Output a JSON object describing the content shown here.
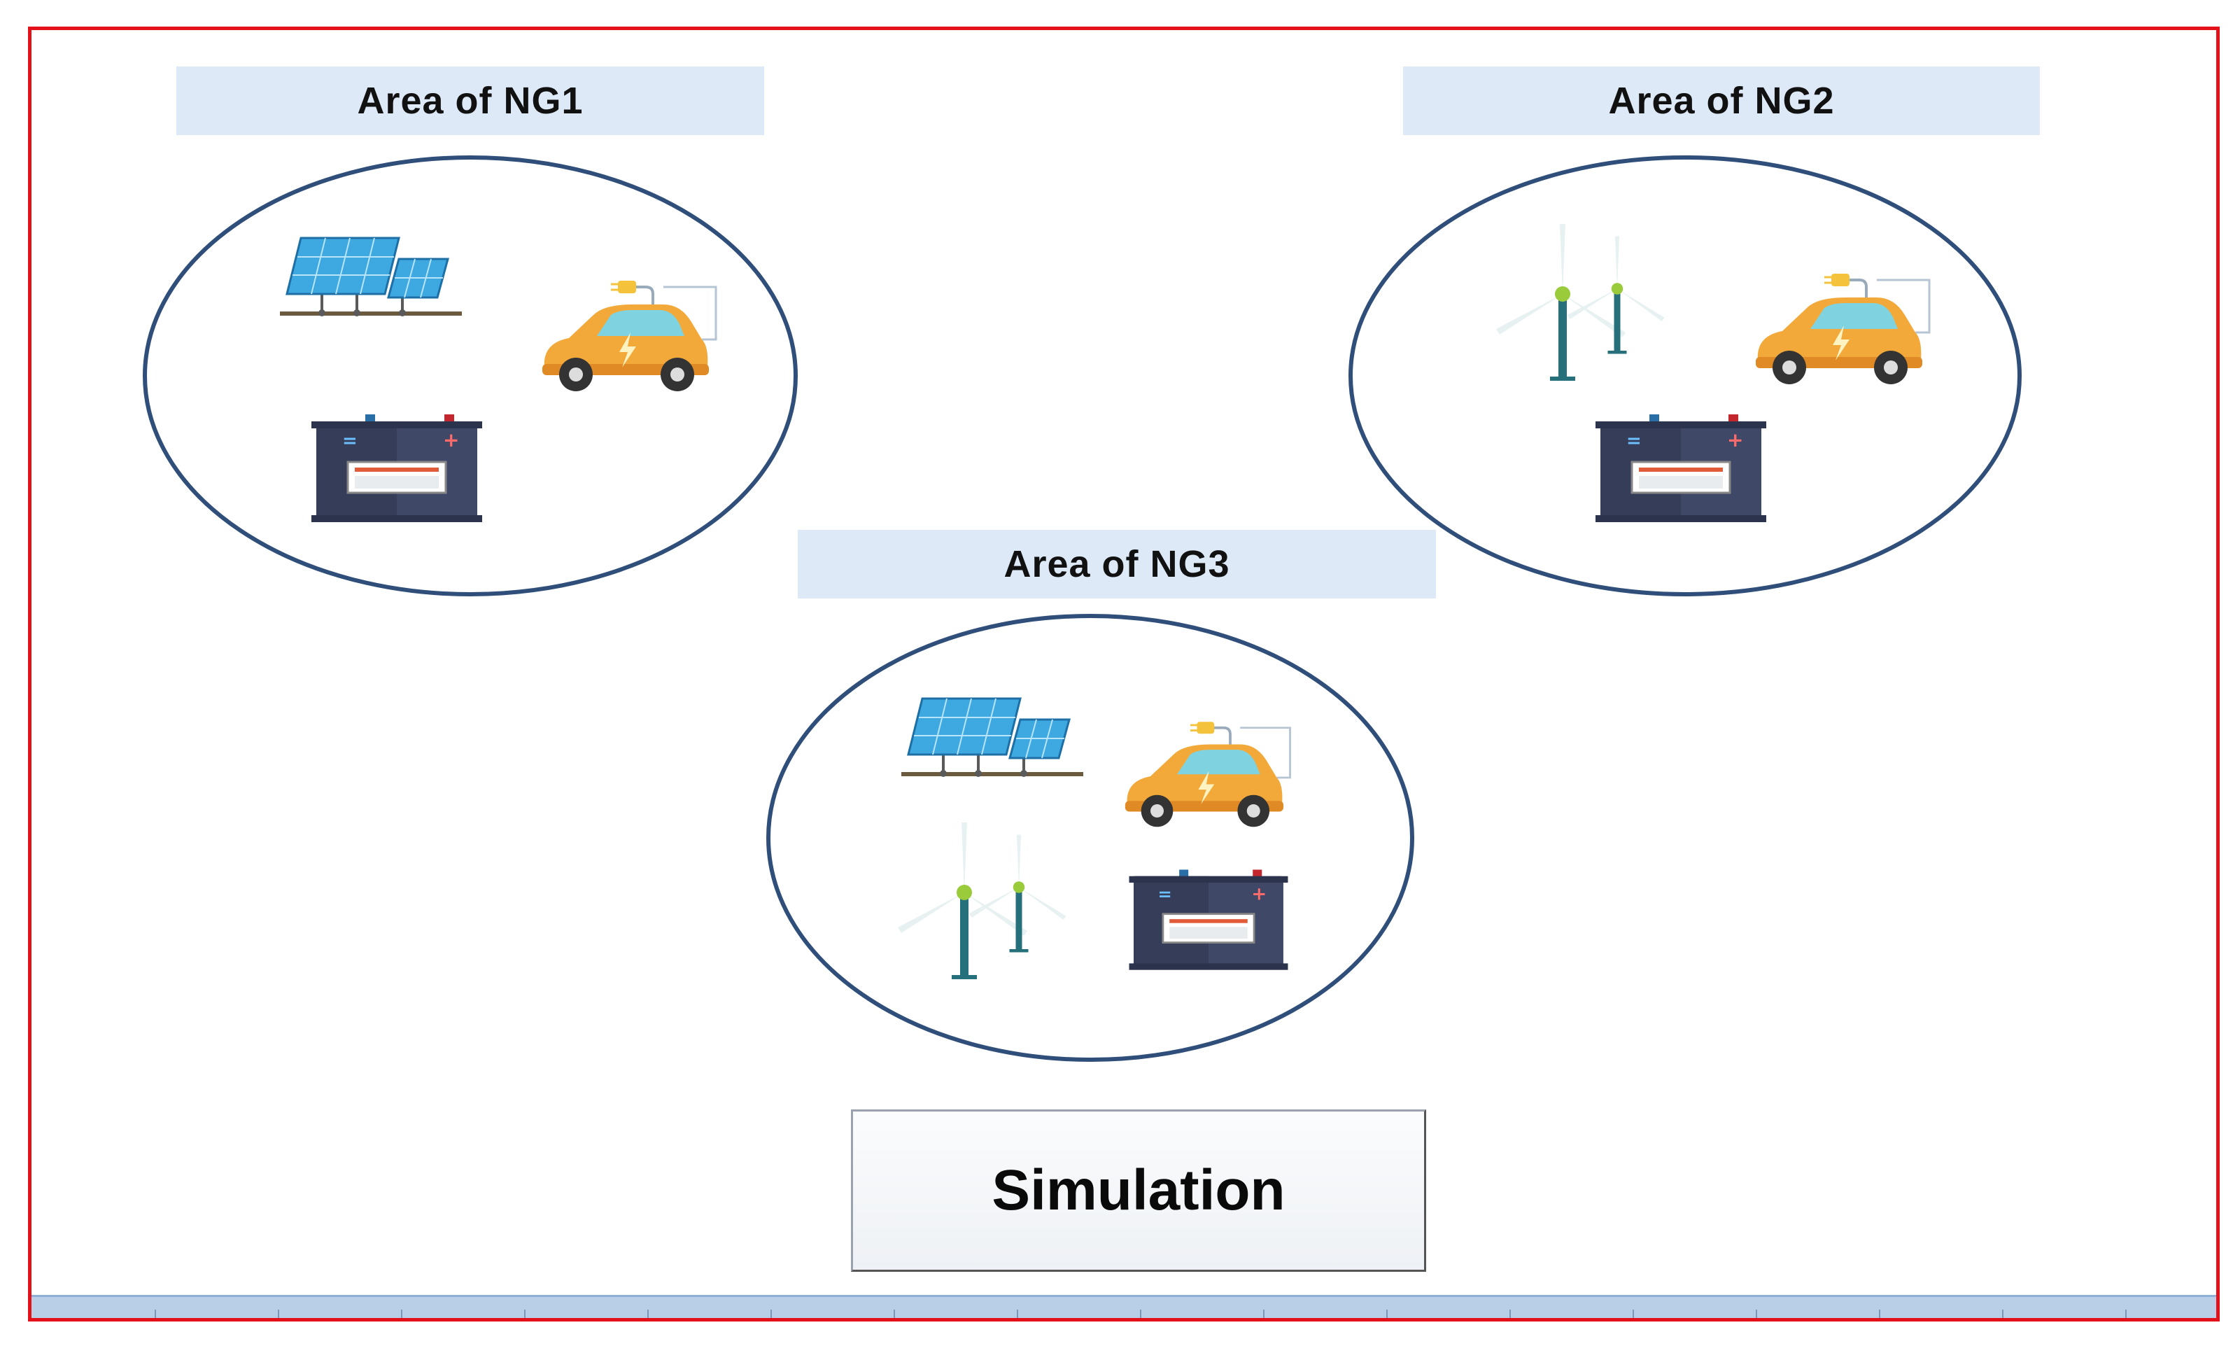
{
  "areas": {
    "ng1": {
      "label": "Area of NG1",
      "assets": [
        "solar-panel",
        "electric-vehicle",
        "battery"
      ]
    },
    "ng2": {
      "label": "Area of NG2",
      "assets": [
        "wind-turbine",
        "electric-vehicle",
        "battery"
      ]
    },
    "ng3": {
      "label": "Area of NG3",
      "assets": [
        "solar-panel",
        "electric-vehicle",
        "wind-turbine",
        "battery"
      ]
    }
  },
  "simulation_button": {
    "label": "Simulation"
  },
  "colors": {
    "frame": "#e3121a",
    "label_bg": "#dde9f7",
    "circle_stroke": "#2f4f7a",
    "solar": "#3ea8e0",
    "car": "#f2a93a",
    "battery": "#3f4866",
    "turbine": "#2c8a8a"
  }
}
